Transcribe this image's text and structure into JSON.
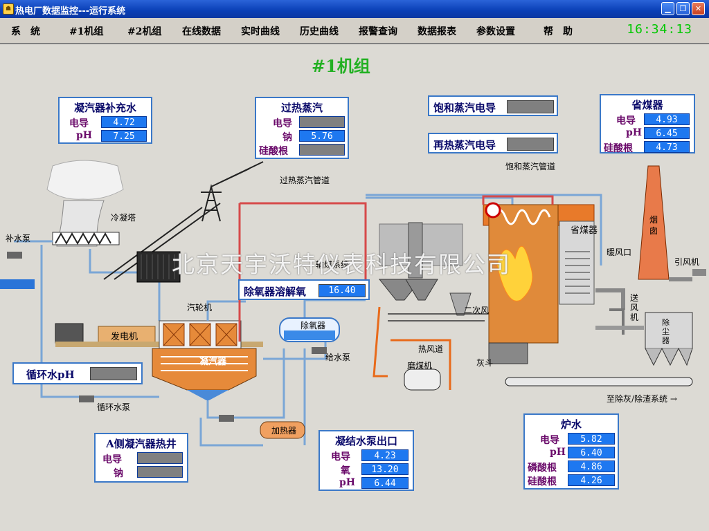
{
  "window": {
    "title": "热电厂数据监控---运行系统"
  },
  "menu": [
    "系　统",
    "#1机组",
    "#2机组",
    "在线数据",
    "实时曲线",
    "历史曲线",
    "报警查询",
    "数据报表",
    "参数设置",
    "帮　助"
  ],
  "clock": "16:34:13",
  "heading": "#1机组",
  "panels": {
    "condenser_makeup": {
      "title": "凝汽器补充水",
      "rows": [
        {
          "label": "电导",
          "value": "4.72"
        },
        {
          "label": "pH",
          "value": "7.25"
        }
      ]
    },
    "superheat": {
      "title": "过热蒸汽",
      "rows": [
        {
          "label": "电导",
          "value": ""
        },
        {
          "label": "钠",
          "value": "5.76"
        },
        {
          "label": "硅酸根",
          "value": ""
        }
      ]
    },
    "economizer": {
      "title": "省煤器",
      "rows": [
        {
          "label": "电导",
          "value": "4.93"
        },
        {
          "label": "pH",
          "value": "6.45"
        },
        {
          "label": "硅酸根",
          "value": "4.73"
        }
      ]
    },
    "hotwell": {
      "title": "A侧凝汽器热井",
      "rows": [
        {
          "label": "电导",
          "value": ""
        },
        {
          "label": "钠",
          "value": ""
        }
      ]
    },
    "condensate_pump": {
      "title": "凝结水泵出口",
      "rows": [
        {
          "label": "电导",
          "value": "4.23"
        },
        {
          "label": "氧",
          "value": "13.20"
        },
        {
          "label": "pH",
          "value": "6.44"
        }
      ]
    },
    "boiler_water": {
      "title": "炉水",
      "rows": [
        {
          "label": "电导",
          "value": "5.82"
        },
        {
          "label": "pH",
          "value": "6.40"
        },
        {
          "label": "磷酸根",
          "value": "4.86"
        },
        {
          "label": "硅酸根",
          "value": "4.26"
        }
      ]
    }
  },
  "inline": {
    "sat_steam": {
      "label": "饱和蒸汽电导",
      "value": ""
    },
    "reheat_steam": {
      "label": "再热蒸汽电导",
      "value": ""
    },
    "deaerator_o2": {
      "label": "除氧器溶解氧",
      "value": "16.40"
    },
    "circ_water": {
      "label": "循环水pH",
      "value": ""
    }
  },
  "labels": {
    "cooling_tower": "冷凝塔",
    "makeup_pump": "补水泵",
    "superheat_pipe": "过热蒸汽管道",
    "sat_pipe": "饱和蒸汽管道",
    "economizer_lbl": "省煤器",
    "chimney": "烟囱",
    "warm_air": "暖风口",
    "induced_fan": "引风机",
    "blower": "送风机",
    "dust": "除尘器",
    "coal_system": "输煤系统",
    "secondary_air": "二次风",
    "hot_air": "热风道",
    "ash": "灰斗",
    "mill": "磨煤机",
    "ash_system": "至除灰/除渣系统 →",
    "turbine": "汽轮机",
    "generator": "发电机",
    "condenser": "凝汽器",
    "deaerator": "除氧器",
    "feed_pump": "给水泵",
    "circ_pump": "循环水泵",
    "heater": "加热器"
  },
  "watermark": "北京天宇沃特仪表科技有限公司",
  "colors": {
    "accent": "#1e78f0",
    "clock": "#00c800",
    "heading": "#22b022"
  }
}
